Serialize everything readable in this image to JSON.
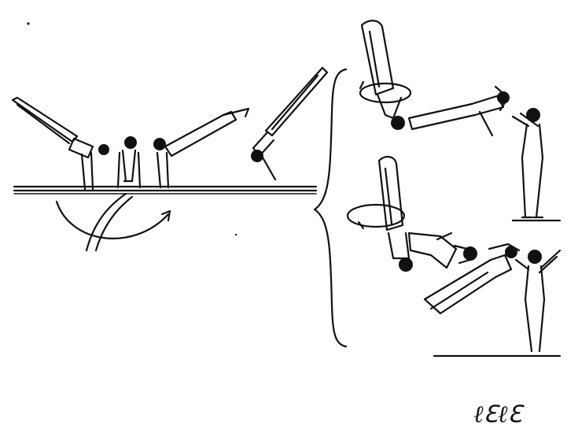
{
  "figure": {
    "kind": "line-drawing",
    "subject": "gymnastics-parallel-bars-dismount-sequence",
    "ink_color": "#111111",
    "background_color": "#ffffff"
  },
  "watermark": {
    "text": "ℓℇℓℇ"
  }
}
